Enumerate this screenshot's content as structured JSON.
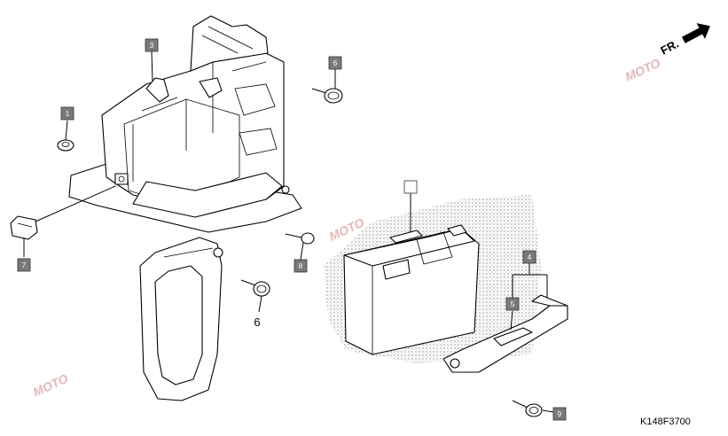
{
  "diagram_code": "K148F3700",
  "front_label": "FR.",
  "watermark_text": "MOTO",
  "callouts": [
    {
      "id": "c1",
      "label": "1"
    },
    {
      "id": "c3",
      "label": "3"
    },
    {
      "id": "c6a",
      "label": "6"
    },
    {
      "id": "c7",
      "label": "7"
    },
    {
      "id": "c8a",
      "label": "8"
    },
    {
      "id": "c6b",
      "label": "6"
    },
    {
      "id": "cblank",
      "label": ""
    },
    {
      "id": "c4",
      "label": "4"
    },
    {
      "id": "c5",
      "label": "5"
    },
    {
      "id": "c9",
      "label": "9"
    }
  ],
  "colors": {
    "callout_fill": "#7a7a7a",
    "line": "#000000",
    "watermark": "#c9c9d6"
  }
}
